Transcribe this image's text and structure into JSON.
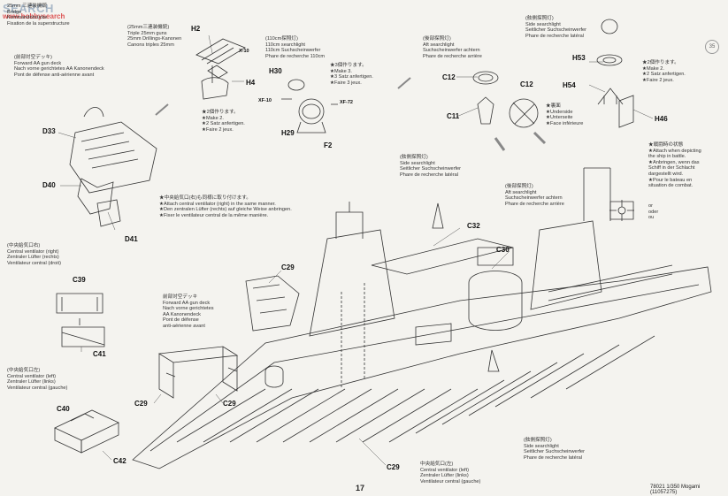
{
  "watermark": {
    "brand": "SEARCH",
    "sub": "www.hobbysearch"
  },
  "header": {
    "lines": [
      "25mm 三連装機銃",
      "Bridge",
      "Kommandobrücke",
      "Fixation de la superstructure"
    ],
    "triple_jp": "(25mm三連装機銃)",
    "triple": [
      "Triple 25mm guns",
      "25mm Drillings-Kanonen",
      "Canons triples 25mm"
    ]
  },
  "labels": {
    "H2": "H2",
    "H4": "H4",
    "X10": "X-10",
    "H30": "H30",
    "XF10": "XF-10",
    "H29": "H29",
    "F2": "F2",
    "XF72": "XF-72",
    "C12a": "C12",
    "C11": "C11",
    "C12b": "C12",
    "H53": "H53",
    "H54": "H54",
    "H46": "H46",
    "D33": "D33",
    "D40": "D40",
    "D41": "D41",
    "C39": "C39",
    "C41": "C41",
    "C40": "C40",
    "C42": "C42",
    "C29a": "C29",
    "C29b": "C29",
    "C29c": "C29",
    "C29d": "C29",
    "C32": "C32",
    "C30": "C30"
  },
  "make2": [
    "★2個作ります。",
    "★Make 2.",
    "★2 Satz anfertigen.",
    "★Faire 2 jeux."
  ],
  "searchlight110": [
    "(110cm探照灯)",
    "110cm searchlight",
    "110cm Suchscheinwerfer",
    "Phare de recherche 110cm"
  ],
  "make3": [
    "★3個作ります。",
    "★Make 3.",
    "★3 Satz anfertigen.",
    "★Faire 3 jeux."
  ],
  "aft_searchlight": [
    "(後部探照灯)",
    "Aft searchlight",
    "Suchscheinwerfer achtern",
    "Phare de recherche arrière"
  ],
  "side_searchlight_top": [
    "(舷側探照灯)",
    "Side searchlight",
    "Seitlicher Suchscheinwerfer",
    "Phare de recherche latéral"
  ],
  "make2b": [
    "★2個作ります。",
    "★Make 2.",
    "★2 Satz anfertigen.",
    "★Faire 2 jeux."
  ],
  "underside": [
    "★裏面",
    "★Underside",
    "★Unterseite",
    "★Face inférieure"
  ],
  "fwd_deck": [
    "(前部対空デッキ)",
    "Forward AA gun deck",
    "Nach vorne gerichtetes AA Kanonendeck",
    "Pont de défense anti-aérienne avant"
  ],
  "central_right": [
    "(中央給気口右)",
    "Central ventilator (right)",
    "Zentraler Lüfter (rechts)",
    "Ventilateur central (droit)"
  ],
  "central_left": [
    "(中央給気口左)",
    "Central ventilator (left)",
    "Zentraler Lüfter (links)",
    "Ventilateur central (gauche)"
  ],
  "attach_note": [
    "★中央給気口(右)も同様に取り付けます。",
    "★Attach central ventilator (right) in the same manner.",
    "★Den zentralen Lüfter (rechts) auf gleiche Weise anbringen.",
    "★Fixer le ventilateur central de la même manière."
  ],
  "side_searchlight_mid": [
    "(舷側探照灯)",
    "Side searchlight",
    "Seitlicher Suchscheinwerfer",
    "Phare de recherche latéral"
  ],
  "aft_searchlight_mid": [
    "(後部探照灯)",
    "Aft searchlight",
    "Suchscheinwerfer achtern",
    "Phare de recherche arrière"
  ],
  "fwd_deck2": [
    "前部対空デッキ",
    "Forward AA gun deck",
    "Nach vorne gerichtetes",
    "AA Kanonendeck",
    "Pont de défense",
    "anti-aérienne avant"
  ],
  "battle_note": [
    "★戦闘時の状態",
    "★Attach when depicting",
    "the ship in battle.",
    "★Anbringen, wenn das",
    "Schiff in der Schlacht",
    "dargestellt wird.",
    "★Pour le bateau en",
    "situation de combat."
  ],
  "or": [
    "or",
    "oder",
    "ou"
  ],
  "side_searchlight_bot": [
    "(舷側探照灯)",
    "Side searchlight",
    "Seitlicher Suchscheinwerfer",
    "Phare de recherche latéral"
  ],
  "central_left_bot": [
    "中央給気口(左)",
    "Central ventilator (left)",
    "Zentraler Lüfter (links)",
    "Ventilateur central (gauche)"
  ],
  "footer": {
    "page": "17",
    "model": "78021 1/350 Mogami (11057275)"
  }
}
